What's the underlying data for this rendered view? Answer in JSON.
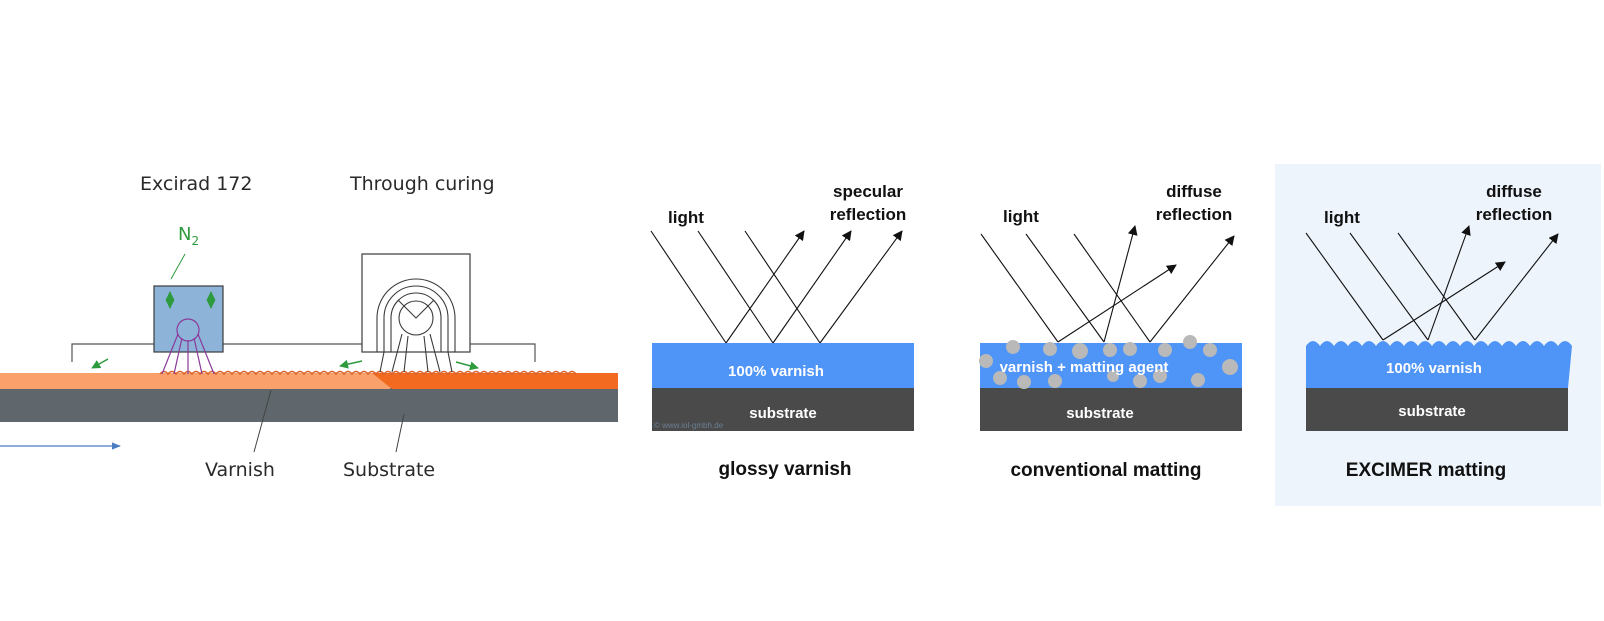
{
  "colors": {
    "varnish_orange_light": "#f9a06b",
    "varnish_orange_dark": "#f26a1f",
    "substrate_grey_left": "#5f676c",
    "lamp_blue": "#8db4d8",
    "varnish_blue": "#4f94f7",
    "substrate_dark": "#4a4a4a",
    "particle_grey": "#b9b9b9",
    "highlight_panel": "#eef4fc",
    "n2_green": "#2e9a3e",
    "uv_purple": "#8a3a9a"
  },
  "process": {
    "lamp1_label": "Excirad 172",
    "lamp2_label": "Through curing",
    "gas_main": "N",
    "gas_sub": "2",
    "varnish_label": "Varnish",
    "substrate_label": "Substrate"
  },
  "panels": [
    {
      "light": "light",
      "reflection_line1": "specular",
      "reflection_line2": "reflection",
      "varnish": "100% varnish",
      "substrate": "substrate",
      "caption": "glossy varnish",
      "watermark": "© www.iol-gmbh.de"
    },
    {
      "light": "light",
      "reflection_line1": "diffuse",
      "reflection_line2": "reflection",
      "varnish": "varnish + matting agent",
      "substrate": "substrate",
      "caption": "conventional matting"
    },
    {
      "light": "light",
      "reflection_line1": "diffuse",
      "reflection_line2": "reflection",
      "varnish": "100% varnish",
      "substrate": "substrate",
      "caption": "EXCIMER matting"
    }
  ]
}
